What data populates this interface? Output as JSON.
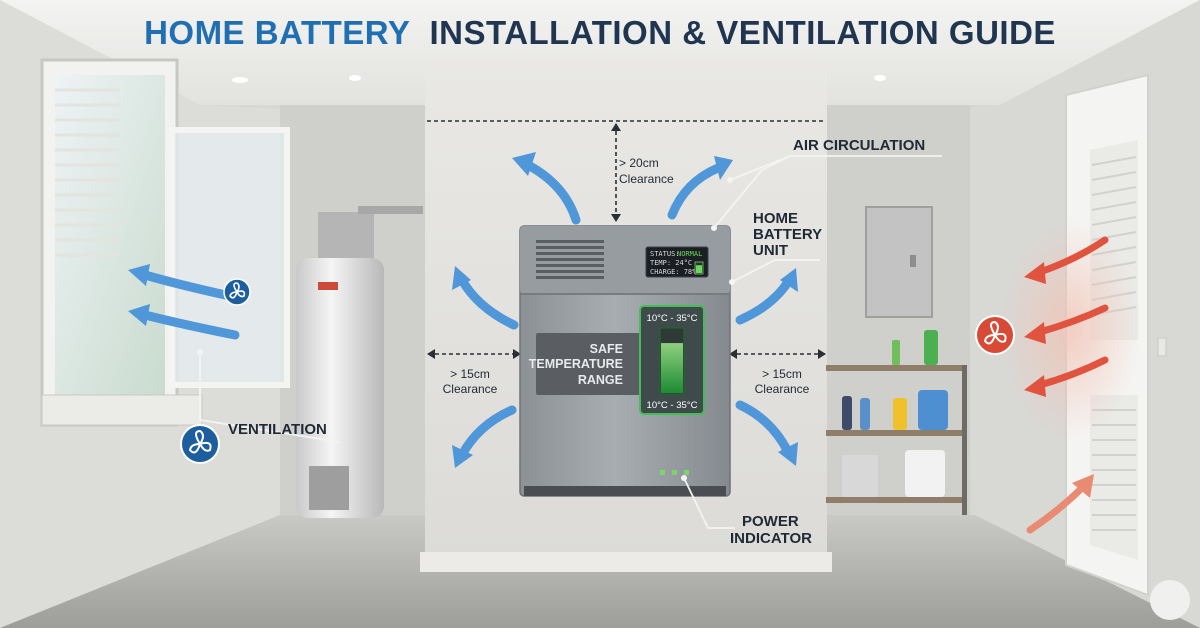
{
  "title": {
    "part1": "HOME BATTERY",
    "part2": "INSTALLATION & VENTILATION GUIDE",
    "color1": "#1f6fb2",
    "color2": "#1f3550"
  },
  "clearance": {
    "top_value": "> 20cm",
    "top_word": "Clearance",
    "left_value": "> 15cm",
    "left_word": "Clearance",
    "right_value": "> 15cm",
    "right_word": "Clearance"
  },
  "labels": {
    "air_circulation": "AIR CIRCULATION",
    "home_battery_1": "HOME",
    "home_battery_2": "BATTERY",
    "home_battery_3": "UNIT",
    "ventilation": "VENTILATION",
    "power_indicator_1": "POWER",
    "power_indicator_2": "INDICATOR"
  },
  "battery": {
    "panel_1": "SAFE",
    "panel_2": "TEMPERATURE",
    "panel_3": "RANGE",
    "temp_top": "10°C - 35°C",
    "temp_bottom": "10°C - 35°C",
    "screen_status_key": "STATUS:",
    "screen_status_val": "NORMAL",
    "screen_temp": "TEMP: 24°C",
    "screen_charge": "CHARGE: 78%",
    "level_fraction": 0.78
  },
  "icons": {
    "cool_airflow": "cool-airflow-arrow-icon",
    "warm_airflow": "warm-airflow-arrow-icon",
    "fan": "fan-icon",
    "clearance": "clearance-dimension-icon"
  },
  "colors": {
    "cool_arrow": "#4f97d8",
    "warm_arrow": "#e0543f",
    "fan_blue": "#1d5f9e",
    "fan_red": "#d94a36",
    "safe_green": "#33b34a",
    "battery_body": "#9ea3a8"
  }
}
